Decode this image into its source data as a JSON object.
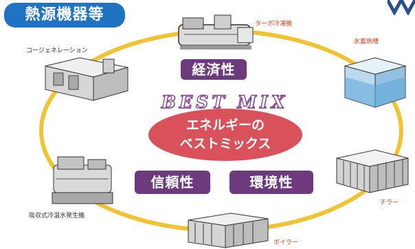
{
  "title_tag": "熱源機器等",
  "equipment": {
    "turbo_chiller": "ターボ冷凍機",
    "cogeneration": "コージェネレーション",
    "ice_storage": "氷蓄熱槽",
    "chiller": "チラー",
    "absorption": "吸収式冷温水発生機",
    "boiler": "ボイラー"
  },
  "values": {
    "economy": "経済性",
    "reliability": "信頼性",
    "environment": "環境性"
  },
  "center": {
    "title": "BEST MIX",
    "line1": "エネルギーの",
    "line2": "ベストミックス"
  },
  "colors": {
    "tag": "#1f73c2",
    "ring": "#f1c232",
    "pill": "#6d3a7e",
    "core": "#d9525b",
    "label_red": "#d9441a"
  }
}
